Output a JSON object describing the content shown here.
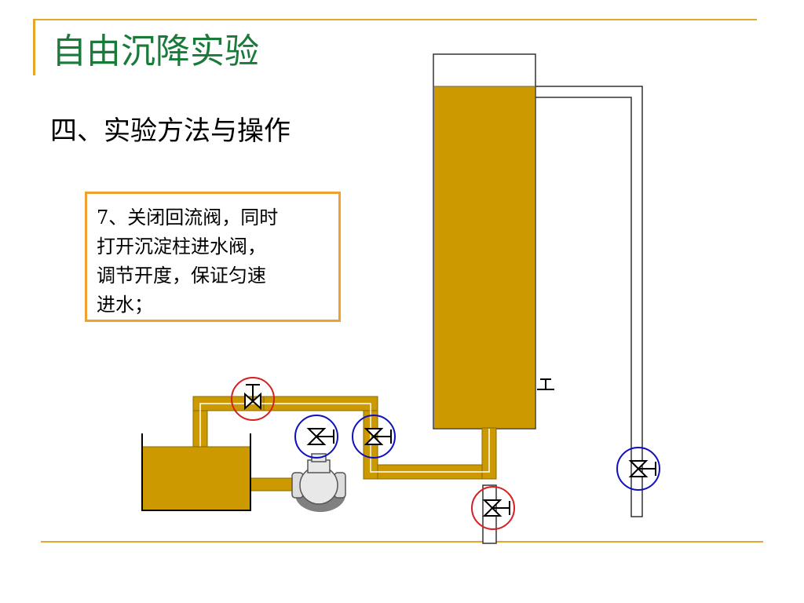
{
  "slide": {
    "title": "自由沉降实验",
    "subtitle": "四、实验方法与操作",
    "note_lines": [
      "7、关闭回流阀，同时",
      "打开沉淀柱进水阀，",
      "调节开度，保证匀速",
      "进水；"
    ]
  },
  "colors": {
    "accent_rule": "#e3a82b",
    "title_green": "#1a7a3a",
    "box_border": "#f0a030",
    "liquid": "#cc9900",
    "valve_ring_red": "#d62020",
    "valve_ring_blue": "#1010c0"
  },
  "apparatus": {
    "components": [
      "settling-column",
      "side-pipe",
      "water-tank",
      "pump",
      "return-valve",
      "inlet-valve-1",
      "inlet-valve-2",
      "bottom-drain-valve",
      "side-pipe-valve",
      "sampling-port"
    ]
  }
}
